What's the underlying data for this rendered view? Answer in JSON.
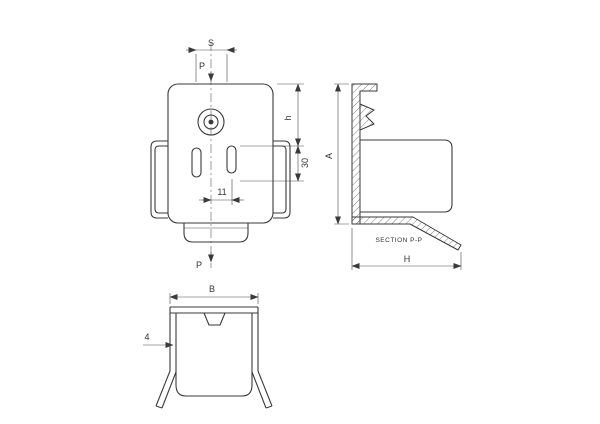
{
  "page": {
    "background": "#ffffff"
  },
  "drawing": {
    "line_color": "#3a3a3a",
    "front_view": {
      "dim_width_top": "S",
      "section_cut_top": "P",
      "section_cut_bottom": "P",
      "dim_height": "h",
      "dim_30": "30",
      "dim_11": "11"
    },
    "section_view": {
      "dim_height": "A",
      "dim_width": "H",
      "caption": "SECTION P-P"
    },
    "bottom_view": {
      "dim_width": "B",
      "dim_thickness": "4"
    }
  }
}
